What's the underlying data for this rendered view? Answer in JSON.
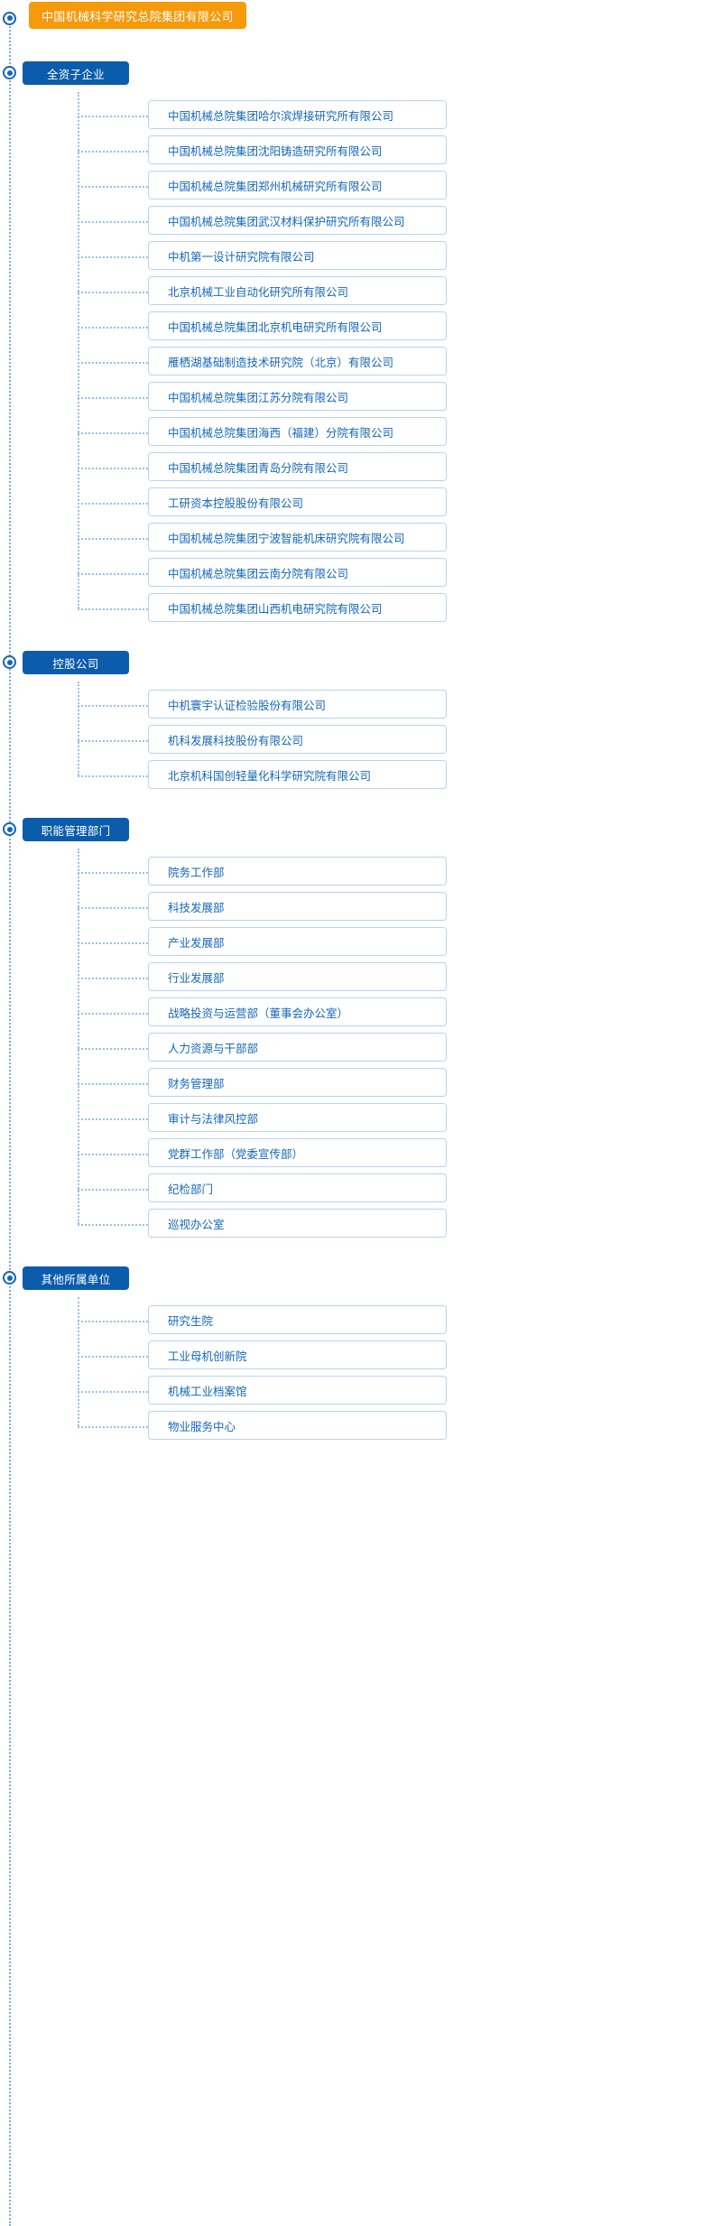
{
  "root": {
    "label": "中国机械科学研究总院集团有限公司",
    "color": "#f59a0b"
  },
  "theme": {
    "category_color": "#0b5cab",
    "leaf_text_color": "#1367b8",
    "leaf_border_color": "#b9d3ee",
    "connector_color": "#9dbfe6"
  },
  "sections": [
    {
      "label": "全资子企业",
      "items": [
        "中国机械总院集团哈尔滨焊接研究所有限公司",
        "中国机械总院集团沈阳铸造研究所有限公司",
        "中国机械总院集团郑州机械研究所有限公司",
        "中国机械总院集团武汉材料保护研究所有限公司",
        "中机第一设计研究院有限公司",
        "北京机械工业自动化研究所有限公司",
        "中国机械总院集团北京机电研究所有限公司",
        "雁栖湖基础制造技术研究院（北京）有限公司",
        "中国机械总院集团江苏分院有限公司",
        "中国机械总院集团海西（福建）分院有限公司",
        "中国机械总院集团青岛分院有限公司",
        "工研资本控股股份有限公司",
        "中国机械总院集团宁波智能机床研究院有限公司",
        "中国机械总院集团云南分院有限公司",
        "中国机械总院集团山西机电研究院有限公司"
      ]
    },
    {
      "label": "控股公司",
      "items": [
        "中机寰宇认证检验股份有限公司",
        "机科发展科技股份有限公司",
        "北京机科国创轻量化科学研究院有限公司"
      ]
    },
    {
      "label": "职能管理部门",
      "items": [
        "院务工作部",
        "科技发展部",
        "产业发展部",
        "行业发展部",
        "战略投资与运营部（董事会办公室）",
        "人力资源与干部部",
        "财务管理部",
        "审计与法律风控部",
        "党群工作部（党委宣传部）",
        "纪检部门",
        "巡视办公室"
      ]
    },
    {
      "label": "其他所属单位",
      "items": [
        "研究生院",
        "工业母机创新院",
        "机械工业档案馆",
        "物业服务中心"
      ]
    }
  ]
}
